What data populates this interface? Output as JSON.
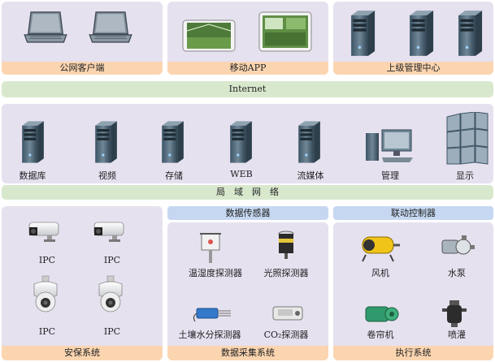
{
  "top": {
    "public_client": "公网客户端",
    "mobile_app": "移动APP",
    "upper_center": "上级管理中心"
  },
  "internet": "Internet",
  "servers": {
    "items": [
      "数据库",
      "视频",
      "存储",
      "WEB",
      "流媒体",
      "管理",
      "显示"
    ]
  },
  "lan": "局　域　网　络",
  "security": {
    "title": "安保系统",
    "cameras": [
      "IPC",
      "IPC",
      "IPC",
      "IPC"
    ]
  },
  "acquisition": {
    "title": "数据采集系统",
    "sensors_title": "数据传感器",
    "sensors": [
      "温湿度探测器",
      "光照探测器",
      "土壤水分探测器",
      "CO₂探测器"
    ]
  },
  "execution": {
    "title": "执行系统",
    "control_title": "联动控制器",
    "devices": [
      "风机",
      "水泵",
      "卷帘机",
      "喷灌"
    ]
  }
}
